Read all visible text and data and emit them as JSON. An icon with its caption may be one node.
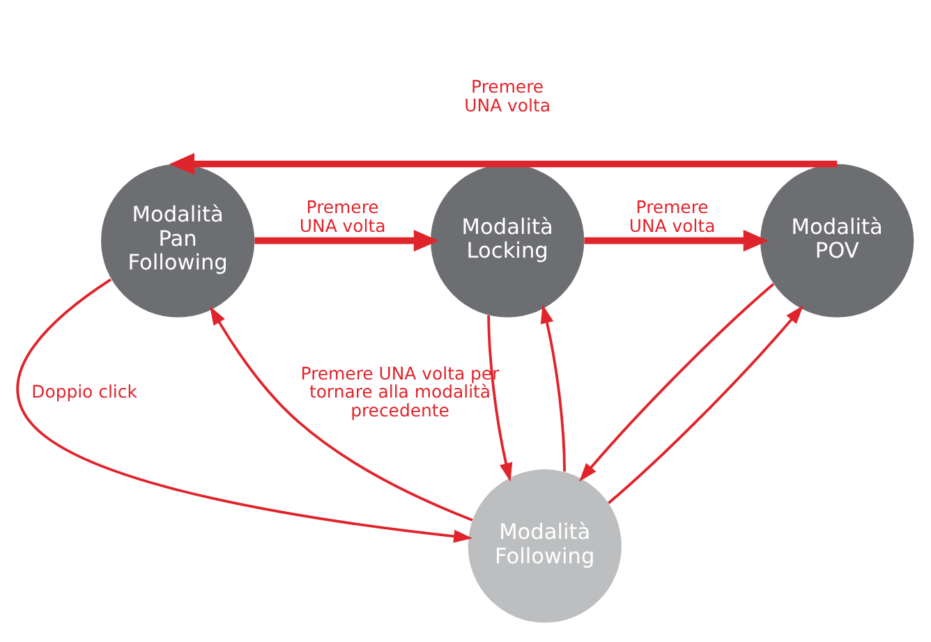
{
  "diagram": {
    "nodes": [
      {
        "text": [
          "Modalità Pan Following"
        ]
      },
      {
        "text": [
          "Modalità Locking"
        ]
      },
      {
        "text": [
          "Modalità POV"
        ]
      },
      {
        "text": [
          "Modalità Following"
        ]
      }
    ],
    "edges": [
      {
        "from": 0,
        "to": 1,
        "arrow": "to",
        "label": "Premere UNA volta",
        "style": "thick"
      },
      {
        "from": 1,
        "to": 2,
        "arrow": "to",
        "label": "Premere UNA volta",
        "style": "thick"
      },
      {
        "from": 2,
        "to": 0,
        "arrow": "to",
        "label": "Premere UNA volta",
        "style": "thick"
      },
      {
        "from": 0,
        "to": 3,
        "arrow": "to",
        "label": "Doppio click"
      },
      {
        "from": 1,
        "to": 3,
        "arrow": "to"
      },
      {
        "from": 2,
        "to": 3,
        "arrow": "to"
      },
      {
        "from": 3,
        "to": 0,
        "arrow": "to",
        "label": "Premere UNA volta per tornare alla modalità precedente"
      },
      {
        "from": 3,
        "to": 1,
        "arrow": "to"
      },
      {
        "from": 3,
        "to": 2,
        "arrow": "to"
      }
    ]
  }
}
